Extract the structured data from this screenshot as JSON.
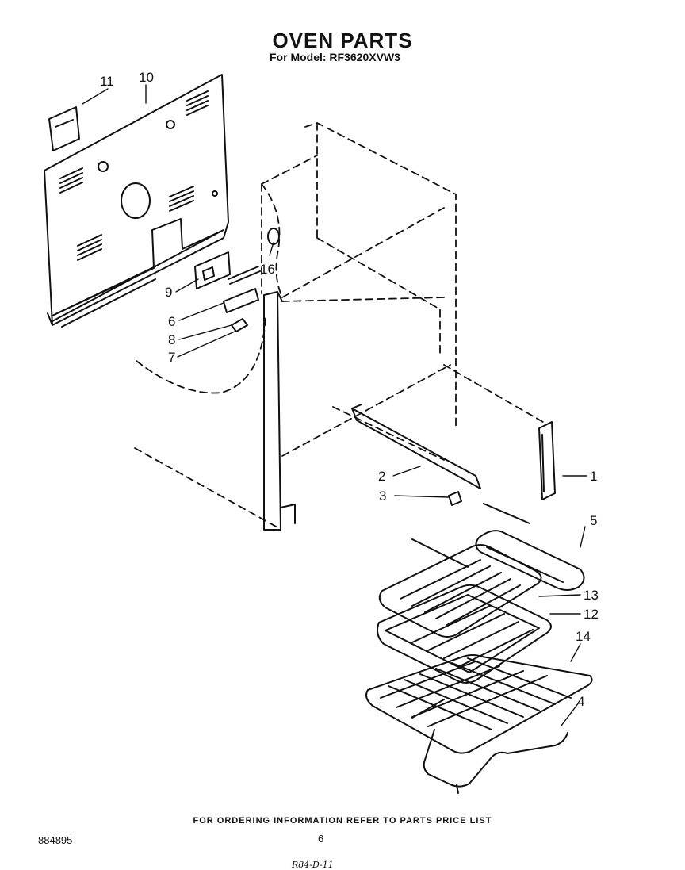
{
  "title": "OVEN PARTS",
  "subtitle": "For Model: RF3620XVW3",
  "footer_note": "FOR ORDERING INFORMATION REFER TO PARTS PRICE LIST",
  "doc_number": "884895",
  "page_number": "6",
  "handwritten": "R84-D-11",
  "callouts": {
    "c1": "1",
    "c2": "2",
    "c3": "3",
    "c4": "4",
    "c5": "5",
    "c6": "6",
    "c7": "7",
    "c8": "8",
    "c9": "9",
    "c10": "10",
    "c11": "11",
    "c12": "12",
    "c13": "13",
    "c14": "14",
    "c16": "16"
  }
}
